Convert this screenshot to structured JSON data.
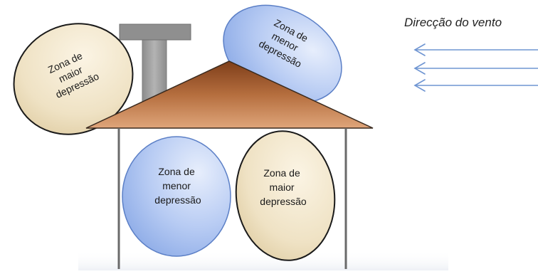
{
  "wind": {
    "label": "Direcção do vento",
    "arrow_color": "#6f95d2",
    "arrow_count": 3
  },
  "zones": [
    {
      "id": "roof-left",
      "lines": [
        "Zona de",
        "maior",
        "depressão"
      ]
    },
    {
      "id": "roof-right",
      "lines": [
        "Zona de",
        "menor",
        "depressão"
      ]
    },
    {
      "id": "inner-left",
      "lines": [
        "Zona de",
        "menor",
        "depressão"
      ]
    },
    {
      "id": "inner-right",
      "lines": [
        "Zona de",
        "maior",
        "depressão"
      ]
    }
  ],
  "colors": {
    "maior_fill": "#efe3c6",
    "menor_fill": "#a9bff0",
    "roof_fill": "#c98450",
    "roof_dark": "#8a4a24",
    "wall_stroke": "#6a6a6a",
    "chimney_fill": "#9a9a9a"
  }
}
